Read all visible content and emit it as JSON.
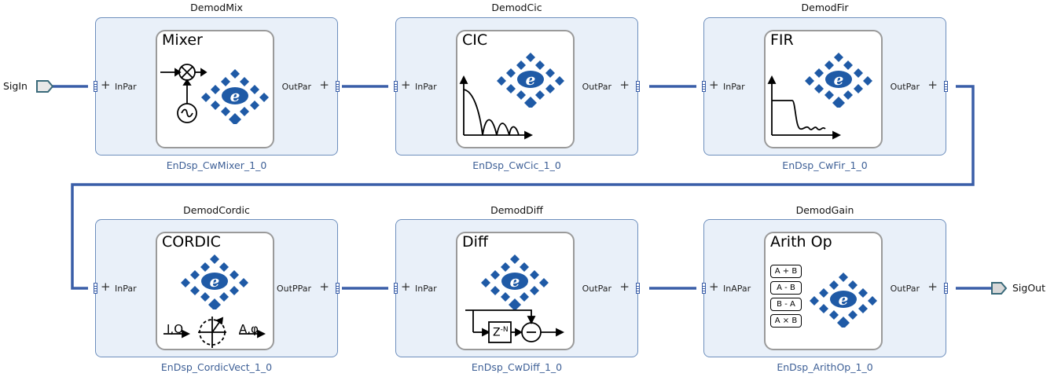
{
  "colors": {
    "wire": "#3a5ea8",
    "block_bg": "#e9f0f9",
    "block_border": "#6e8fbd",
    "subtitle": "#3d5f96",
    "logo": "#1f5aa6"
  },
  "external": {
    "input_label": "SigIn",
    "output_label": "SigOut"
  },
  "blocks": [
    {
      "title": "DemodMix",
      "subtitle": "EnDsp_CwMixer_1_0",
      "card_title": "Mixer",
      "in_port": "InPar",
      "out_port": "OutPar",
      "icon": "mixer-icon"
    },
    {
      "title": "DemodCic",
      "subtitle": "EnDsp_CwCic_1_0",
      "card_title": "CIC",
      "in_port": "InPar",
      "out_port": "OutPar",
      "icon": "cic-response-icon"
    },
    {
      "title": "DemodFir",
      "subtitle": "EnDsp_CwFir_1_0",
      "card_title": "FIR",
      "in_port": "InPar",
      "out_port": "OutPar",
      "icon": "fir-response-icon"
    },
    {
      "title": "DemodCordic",
      "subtitle": "EnDsp_CordicVect_1_0",
      "card_title": "CORDIC",
      "in_port": "InPar",
      "out_port": "OutPPar",
      "icon": "cordic-icon",
      "cordic_in": "I,Q",
      "cordic_out": "A,φ"
    },
    {
      "title": "DemodDiff",
      "subtitle": "EnDsp_CwDiff_1_0",
      "card_title": "Diff",
      "in_port": "InPar",
      "out_port": "OutPar",
      "icon": "diff-icon",
      "delay_label": "Z",
      "delay_exp": "-N"
    },
    {
      "title": "DemodGain",
      "subtitle": "EnDsp_ArithOp_1_0",
      "card_title": "Arith Op",
      "in_port": "InAPar",
      "out_port": "OutPar",
      "icon": "arith-op-icon",
      "ops": [
        "A + B",
        "A - B",
        "B - A",
        "A × B"
      ]
    }
  ]
}
